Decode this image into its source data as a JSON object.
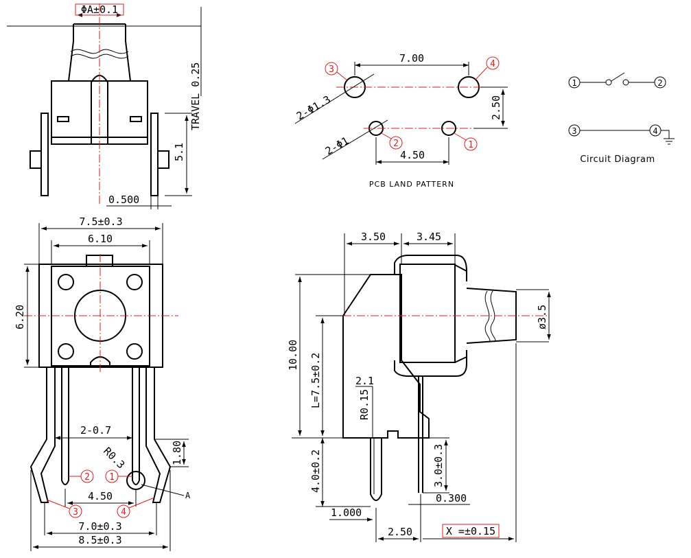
{
  "top_view": {
    "phi_a": "ΦA±0.1",
    "travel": "TRAVEL 0.25",
    "height": "5.1",
    "pin_width": "0.500"
  },
  "pcb_land": {
    "pitch_large": "7.00",
    "row_gap": "2.50",
    "pitch_small": "4.50",
    "large_hole": "2-Φ1.3",
    "small_hole": "2-Φ1",
    "caption": "PCB  LAND PATTERN",
    "pins": [
      "1",
      "2",
      "3",
      "4"
    ]
  },
  "circuit": {
    "caption": "Circuit Diagram",
    "terminals": [
      "1",
      "2",
      "3",
      "4"
    ]
  },
  "front_view": {
    "width_total": "7.5±0.3",
    "width_body": "6.10",
    "height_body": "6.20",
    "pin_width": "2-0.7",
    "radius": "R0.3",
    "lead_height": "1.80",
    "pitch_inner": "4.50",
    "pitch_outer": "7.0±0.3",
    "width_leads": "8.5±0.3",
    "pin_1": "1",
    "pin_2": "2",
    "pin_3": "3",
    "pin_4": "4",
    "detail": "A"
  },
  "side_view": {
    "depth_back": "3.50",
    "depth_front": "3.45",
    "height_total": "10.00",
    "length": "L=7.5±0.2",
    "knob_dia": "ø3.5",
    "tab_width": "2.1",
    "radius": "R0.15",
    "lead_length": "4.0±0.2",
    "pin_length": "3.0±0.3",
    "pin_thickness": "0.300",
    "lead_offset": "1.000",
    "pin_pitch": "2.50",
    "tolerance": "X =±0.15"
  }
}
